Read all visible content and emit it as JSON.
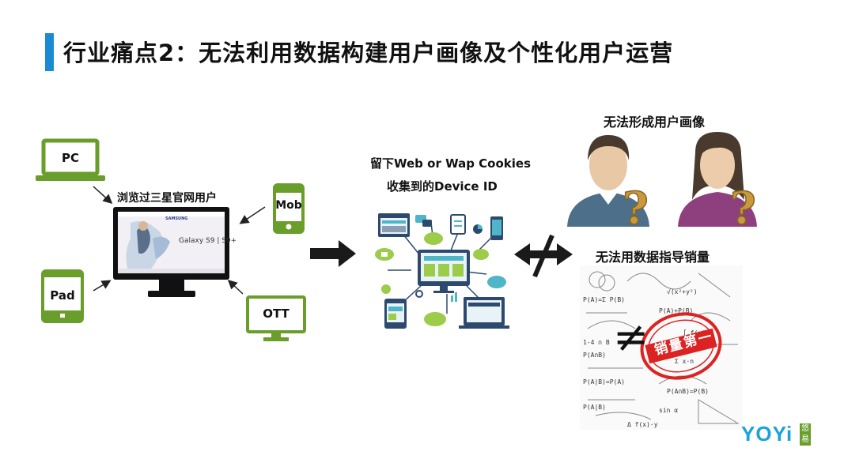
{
  "slide": {
    "title": "行业痛点2：无法利用数据构建用户画像及个性化用户运营",
    "accent_color": "#1a8ad4",
    "device_color": "#6a9e2a"
  },
  "devices": {
    "pc": "PC",
    "mob": "Mob",
    "pad": "Pad",
    "ott": "OTT"
  },
  "monitor": {
    "caption": "浏览过三星官网用户",
    "brand": "SAMSUNG",
    "product": "Galaxy S9 | S9+"
  },
  "middle": {
    "line1": "留下Web or Wap Cookies",
    "line2": "收集到的Device ID"
  },
  "right": {
    "persona_caption": "无法形成用户画像",
    "sales_caption": "无法用数据指导销量",
    "stamp_text": "销量第一",
    "not_equal": "≠"
  },
  "logo": {
    "text": "YOYi",
    "badge": "悠易"
  }
}
